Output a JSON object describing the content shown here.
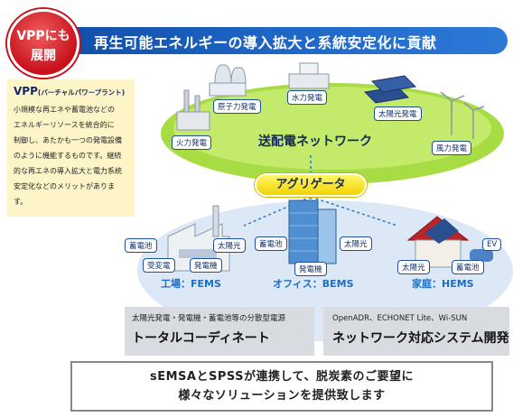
{
  "header": {
    "badge_line1": "VPPにも",
    "badge_line2": "展開",
    "title": "再生可能エネルギーの導入拡大と系統安定化に貢献"
  },
  "info": {
    "title_main": "VPP",
    "title_sub": "(バーチャルパワープラント)",
    "lines": [
      "小規模な再エネや蓄電池などの",
      "エネルギーリソースを統合的に",
      "制御し、あたかも一つの発電設備",
      "のように機能するものです。継続",
      "的な再エネの導入拡大と電力系統",
      "安定化などのメリットがあります。"
    ]
  },
  "grid": {
    "center": "送配電ネットワーク",
    "plants": [
      "原子力発電",
      "水力発電",
      "太陽光発電",
      "火力発電",
      "風力発電"
    ],
    "aggregator": "アグリゲータ"
  },
  "sites": {
    "factory": {
      "tags": [
        "蓄電池",
        "太陽光",
        "受変電",
        "発電機"
      ],
      "caption": "工場：FEMS"
    },
    "office": {
      "tags": [
        "蓄電池",
        "太陽光",
        "発電機"
      ],
      "caption": "オフィス：BEMS"
    },
    "home": {
      "tags": [
        "EV",
        "太陽光",
        "蓄電池"
      ],
      "caption": "家庭：HEMS"
    }
  },
  "boxes": {
    "left_small": "太陽光発電・発電機・蓄電池等の分散型電源",
    "left_large": "トータルコーディネート",
    "right_small": "OpenADR、ECHONET Lite、Wi-SUN",
    "right_large": "ネットワーク対応システム開発"
  },
  "footer": {
    "line1": "sEMSAとSPSSが連携して、脱炭素のご要望に",
    "line2": "様々なソリューションを提供致します"
  },
  "colors": {
    "header_blue": "#1f67c7",
    "badge_red": "#c8101b",
    "ellipse_green": "#9fd63f",
    "platform_blue": "#dce8f6",
    "aggregator_yellow": "#f2d300"
  }
}
